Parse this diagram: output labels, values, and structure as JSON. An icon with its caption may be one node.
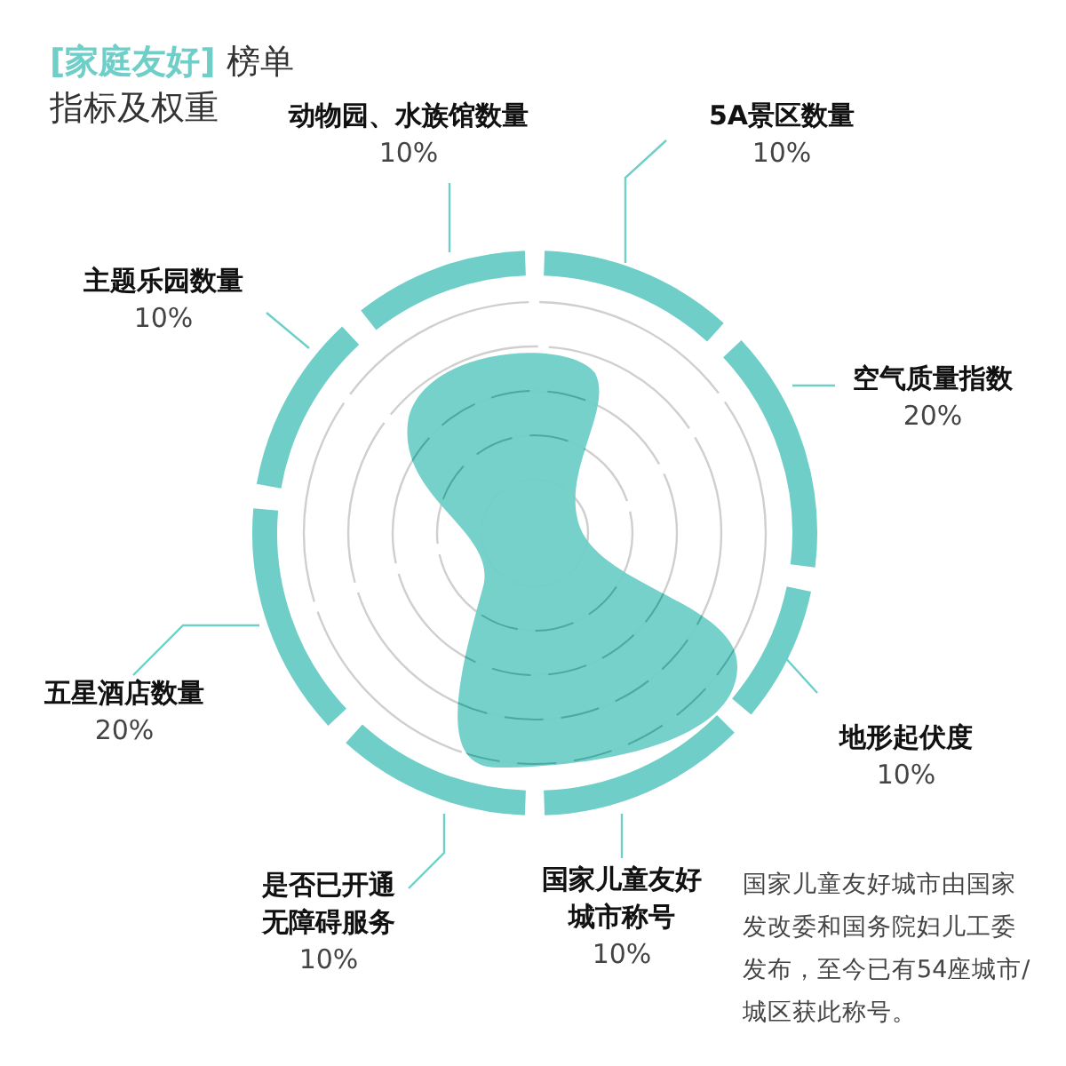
{
  "diagram": {
    "title": "**[家庭友好]** 榜单指标及权重",
    "nodes": [
      {
        "text": [
          "动物园、水族馆数量",
          "10%"
        ]
      },
      {
        "text": [
          "5A景区数量",
          "10%"
        ]
      },
      {
        "text": [
          "主题乐园数量",
          "10%"
        ]
      },
      {
        "text": [
          "空气质量指数",
          "20%"
        ]
      },
      {
        "text": [
          "五星酒店数量",
          "20%"
        ]
      },
      {
        "text": [
          "地形起伏度",
          "10%"
        ]
      },
      {
        "text": [
          "是否已开通无障碍服务",
          "10%"
        ]
      },
      {
        "text": [
          "国家儿童友好城市称号",
          "10%"
        ]
      }
    ],
    "edges": [
      {
        "from": 0,
        "to": null,
        "arrow": "none"
      },
      {
        "from": 1,
        "to": null,
        "arrow": "none"
      },
      {
        "from": 2,
        "to": null,
        "arrow": "none"
      },
      {
        "from": 3,
        "to": null,
        "arrow": "none"
      },
      {
        "from": 4,
        "to": null,
        "arrow": "none"
      },
      {
        "from": 5,
        "to": null,
        "arrow": "none"
      },
      {
        "from": 6,
        "to": null,
        "arrow": "none"
      },
      {
        "from": 7,
        "to": null,
        "arrow": "none"
      }
    ],
    "labels": [
      "国家儿童友好城市由国家发改委和国务院妇儿工委发布，至今已有54座城市/城区获此称号。"
    ]
  }
}
